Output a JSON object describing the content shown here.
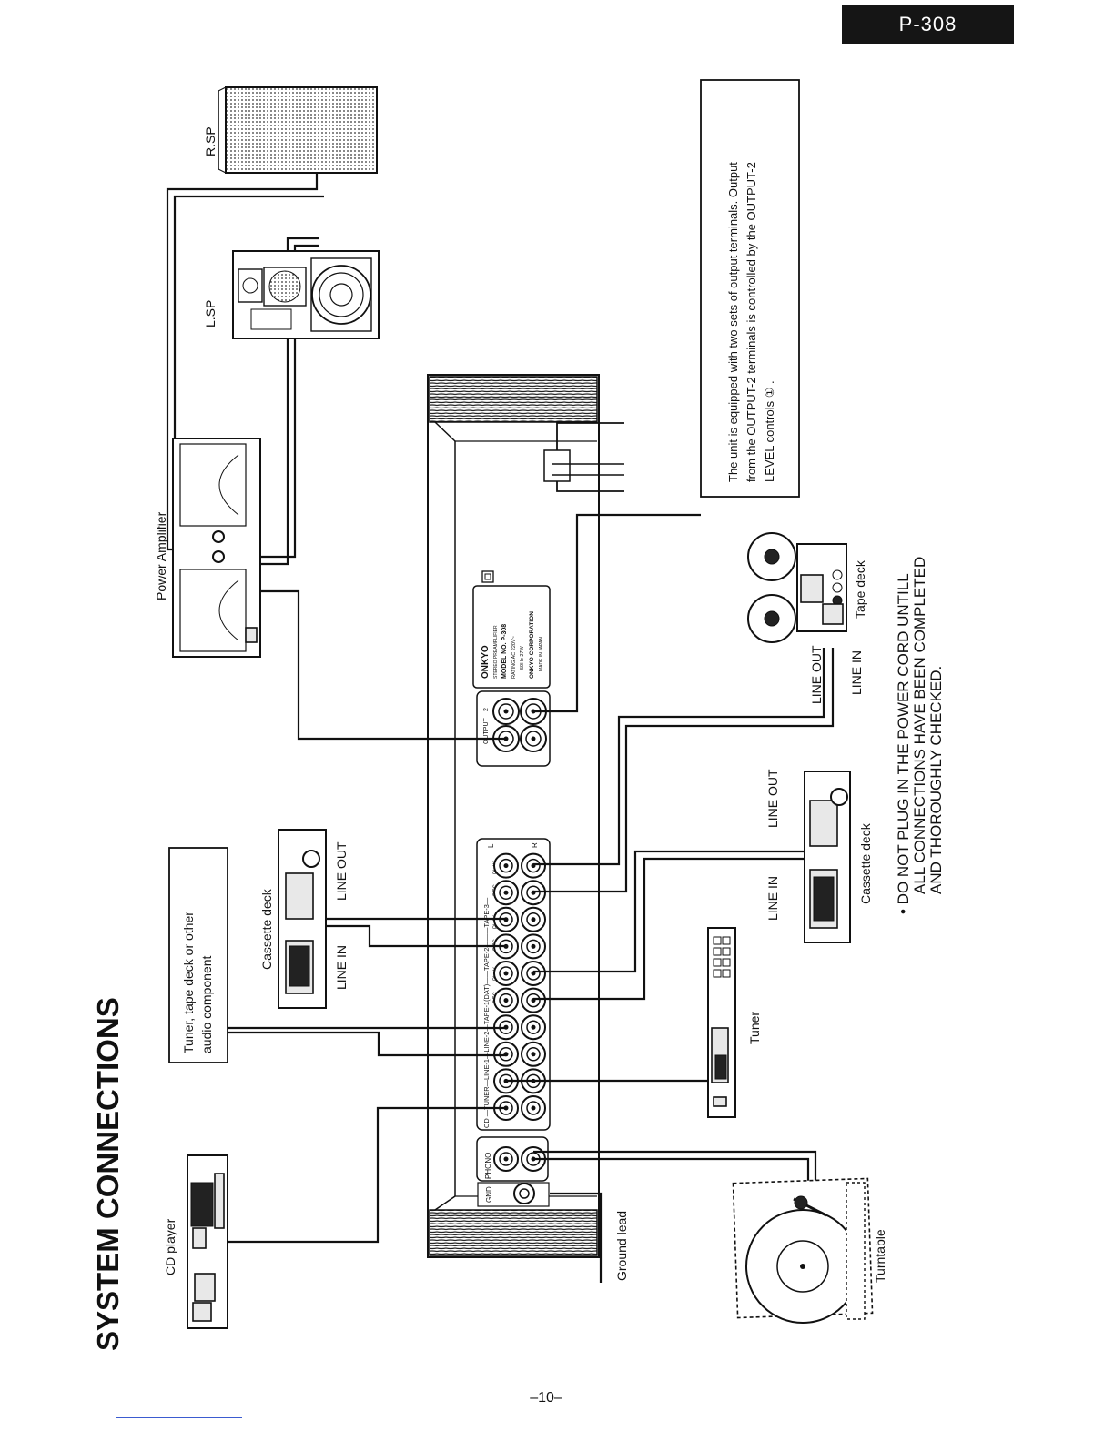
{
  "page": {
    "model_badge": "P-308",
    "title": "SYSTEM CONNECTIONS",
    "page_number": "–10–"
  },
  "labels": {
    "cd_player": "CD player",
    "turntable": "Turntable",
    "ground_lead": "Ground lead",
    "tuner": "Tuner",
    "cassette_deck_left": "Cassette deck",
    "cassette_deck_right": "Cassette deck",
    "tape_deck": "Tape deck",
    "power_amplifier": "Power Amplifier",
    "lsp": "L.SP",
    "rsp": "R.SP",
    "line_in_left": "LINE IN",
    "line_out_left": "LINE OUT",
    "line_in_mid": "LINE IN",
    "line_out_mid": "LINE OUT",
    "line_out_right": "LINE OUT",
    "line_in_right": "LINE IN",
    "gnd": "GND",
    "phono": "PHONO",
    "output": "OUTPUT",
    "output_2": "2"
  },
  "other_component_box": [
    "Tuner, tape deck or other",
    "audio component"
  ],
  "panel": {
    "input_labels": "CD —TUNER—LINE-1—LINE-2—TAPE-1(DAT)——TAPE-2———TAPE-3—",
    "rec_play": [
      "REC",
      "PLAY",
      "REC",
      "PLAY",
      "REC",
      "PLAY"
    ],
    "lr": [
      "L",
      "R"
    ],
    "nameplate": [
      "ONKYO",
      "STEREO PREAMPLIFIER",
      "MODEL NO. P-308",
      "RATING   AC 220V~",
      "50Hz    27W",
      "ONKYO CORPORATION",
      "MADE IN JAPAN"
    ]
  },
  "note_box": [
    "The unit is equipped with two sets of output terminals. Output",
    "from the OUTPUT-2 terminals is controlled by the OUTPUT-2",
    "LEVEL controls ① ."
  ],
  "warning": [
    "•  DO NOT PLUG IN THE POWER CORD UNTILL",
    "ALL CONNECTIONS HAVE BEEN COMPLETED",
    "AND THOROUGHLY CHECKED."
  ]
}
